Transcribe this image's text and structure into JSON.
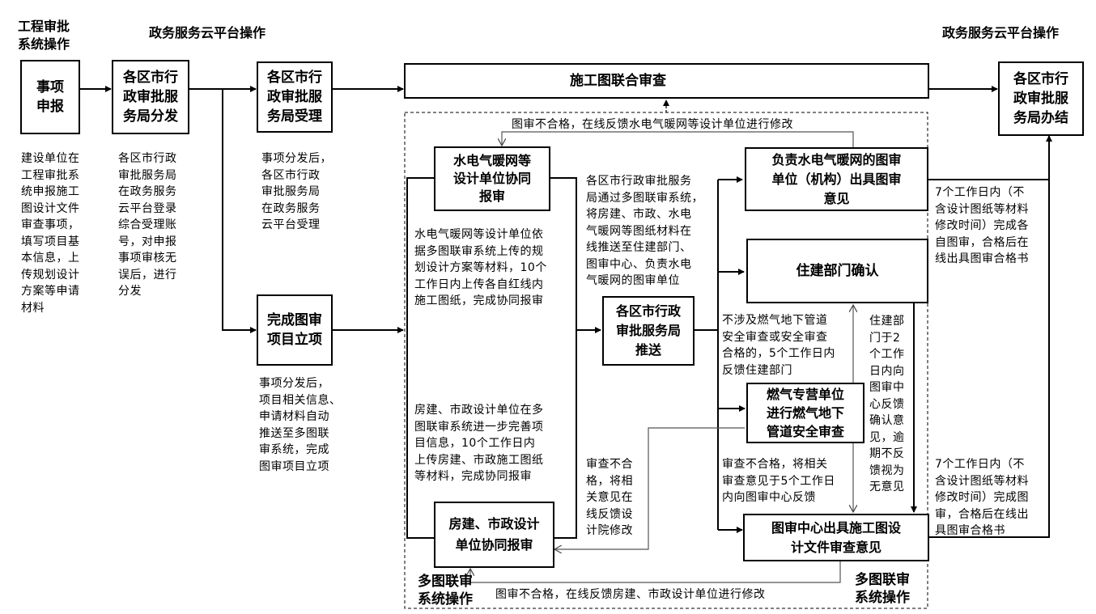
{
  "headers": {
    "left_system": "工程审批\n系统操作",
    "cloud_left": "政务服务云平台操作",
    "cloud_right": "政务服务云平台操作",
    "multi_left": "多图联审\n系统操作",
    "multi_right": "多图联审\n系统操作"
  },
  "boxes": {
    "apply": "事项\n申报",
    "distribute": "各区市行\n政审批服\n务局分发",
    "accept": "各区市行\n政审批服\n务局受理",
    "establish": "完成图审\n项目立项",
    "joint_review": "施工图联合审查",
    "utility_submit": "水电气暖网等\n设计单位协同\n报审",
    "housing_submit": "房建、市政设计\n单位协同报审",
    "push": "各区市行政\n审批服务局\n推送",
    "utility_opinion": "负责水电气暖网的图审\n单位（机构）出具图审\n意见",
    "housing_confirm": "住建部门确认",
    "gas_review": "燃气专营单位\n进行燃气地下\n管道安全审查",
    "center_opinion": "图审中心出具施工图设\n计文件审查意见",
    "finish": "各区市行\n政审批服\n务局办结"
  },
  "notes": {
    "apply_desc": "建设单位在\n工程审批系\n统申报施工\n图设计文件\n审查事项，\n填写项目基\n本信息，上\n传规划设计\n方案等申请\n材料",
    "distribute_desc": "各区市行政\n审批服务局\n在政务服务\n云平台登录\n综合受理账\n号，对申报\n事项审核无\n误后，进行\n分发",
    "accept_desc": "事项分发后，\n各区市行政\n审批服务局\n在政务服务\n云平台受理",
    "establish_desc": "事项分发后，\n项目相关信息、\n申请材料自动\n推送至多图联\n审系统，完成\n图审项目立项",
    "utility_desc": "水电气暖网等设计单位依\n据多图联审系统上传的规\n划设计方案等材料，10个\n工作日内上传各自红线内\n施工图纸，完成协同报审",
    "housing_desc": "房建、市政设计单位在多\n图联审系统进一步完善项\n目信息，10个工作日内\n上传房建、市政施工图纸\n等材料，完成协同报审",
    "push_desc": "各区市行政审批服务\n局通过多图联审系统，\n将房建、市政、水电\n气暖网等图纸材料在\n线推送至住建部门、\n图审中心、负责水电\n气暖网的图审单位",
    "utility_fail": "图审不合格，在线反馈水电气暖网等设计单位进行修改",
    "housing_fail": "图审不合格，在线反馈房建、市政设计单位进行修改",
    "gas_pass": "不涉及燃气地下管道\n安全审查或安全审查\n合格的，5个工作日内\n反馈住建部门",
    "gas_fail_center": "审查不合格，将相关\n审查意见于5个工作日\n内向图审中心反馈",
    "gas_fail_design": "审查不合\n格，将相\n关意见在\n线反馈设\n计院修改",
    "housing_dept": "住建部\n门于2\n个工作\n日内向\n图审中\n心反馈\n确认意\n见，逾\n期不反\n馈视为\n无意见",
    "utility_done": "7个工作日内（不\n含设计图纸等材料\n修改时间）完成各\n自图审，合格后在\n线出具图审合格书",
    "center_done": "7个工作日内（不\n含设计图纸等材料\n修改时间）完成图\n审，合格后在线出\n具图审合格书"
  }
}
